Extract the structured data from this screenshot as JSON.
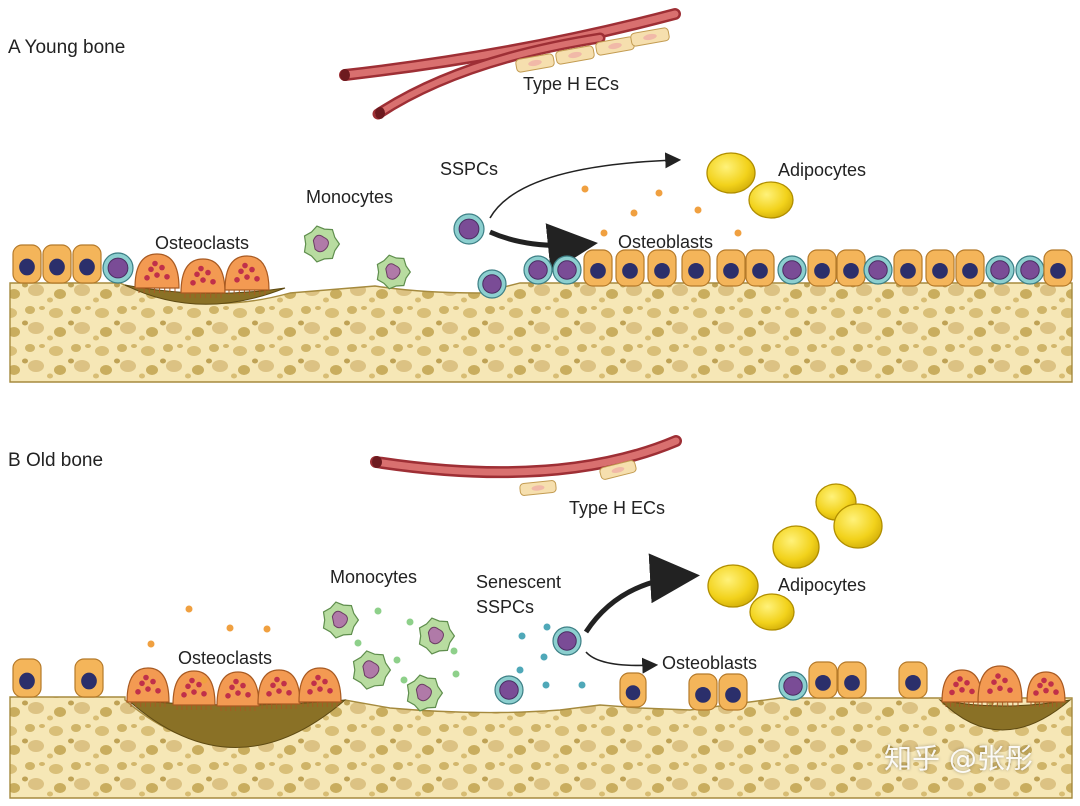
{
  "panels": [
    {
      "id": "A",
      "heading": "A  Young bone",
      "labels": {
        "type_h_ecs": "Type H ECs",
        "sspcs": "SSPCs",
        "adipocytes": "Adipocytes",
        "monocytes": "Monocytes",
        "osteoclasts": "Osteoclasts",
        "osteoblasts": "Osteoblasts"
      }
    },
    {
      "id": "B",
      "heading": "B  Old bone",
      "labels": {
        "type_h_ecs": "Type H ECs",
        "monocytes": "Monocytes",
        "senescent_line1": "Senescent",
        "senescent_line2": "SSPCs",
        "adipocytes": "Adipocytes",
        "osteoclasts": "Osteoclasts",
        "osteoblasts": "Osteoblasts"
      }
    }
  ],
  "watermark": "知乎 @张彤",
  "colors": {
    "bone_matrix": "#f6e7b6",
    "bone_pore": "#d6bb6e",
    "resorption_pit": "#8a7126",
    "osteoblast_body": "#f4b55a",
    "nucleus": "#2b2f6b",
    "sspc_body": "#8ccfcf",
    "sspc_nucleus": "#7a4c96",
    "osteoclast_body": "#f39a52",
    "osteoclast_granule": "#c0304a",
    "monocyte_body": "#b8dca0",
    "monocyte_nucleus": "#b07aa8",
    "adipocyte": "#f2d21b",
    "vessel": "#c9484b",
    "endothelial": "#f6dfae",
    "arrow": "#222222",
    "orange_dot": "#f0a040",
    "green_dot": "#8ed08a",
    "teal_dot": "#4fa8b8"
  }
}
